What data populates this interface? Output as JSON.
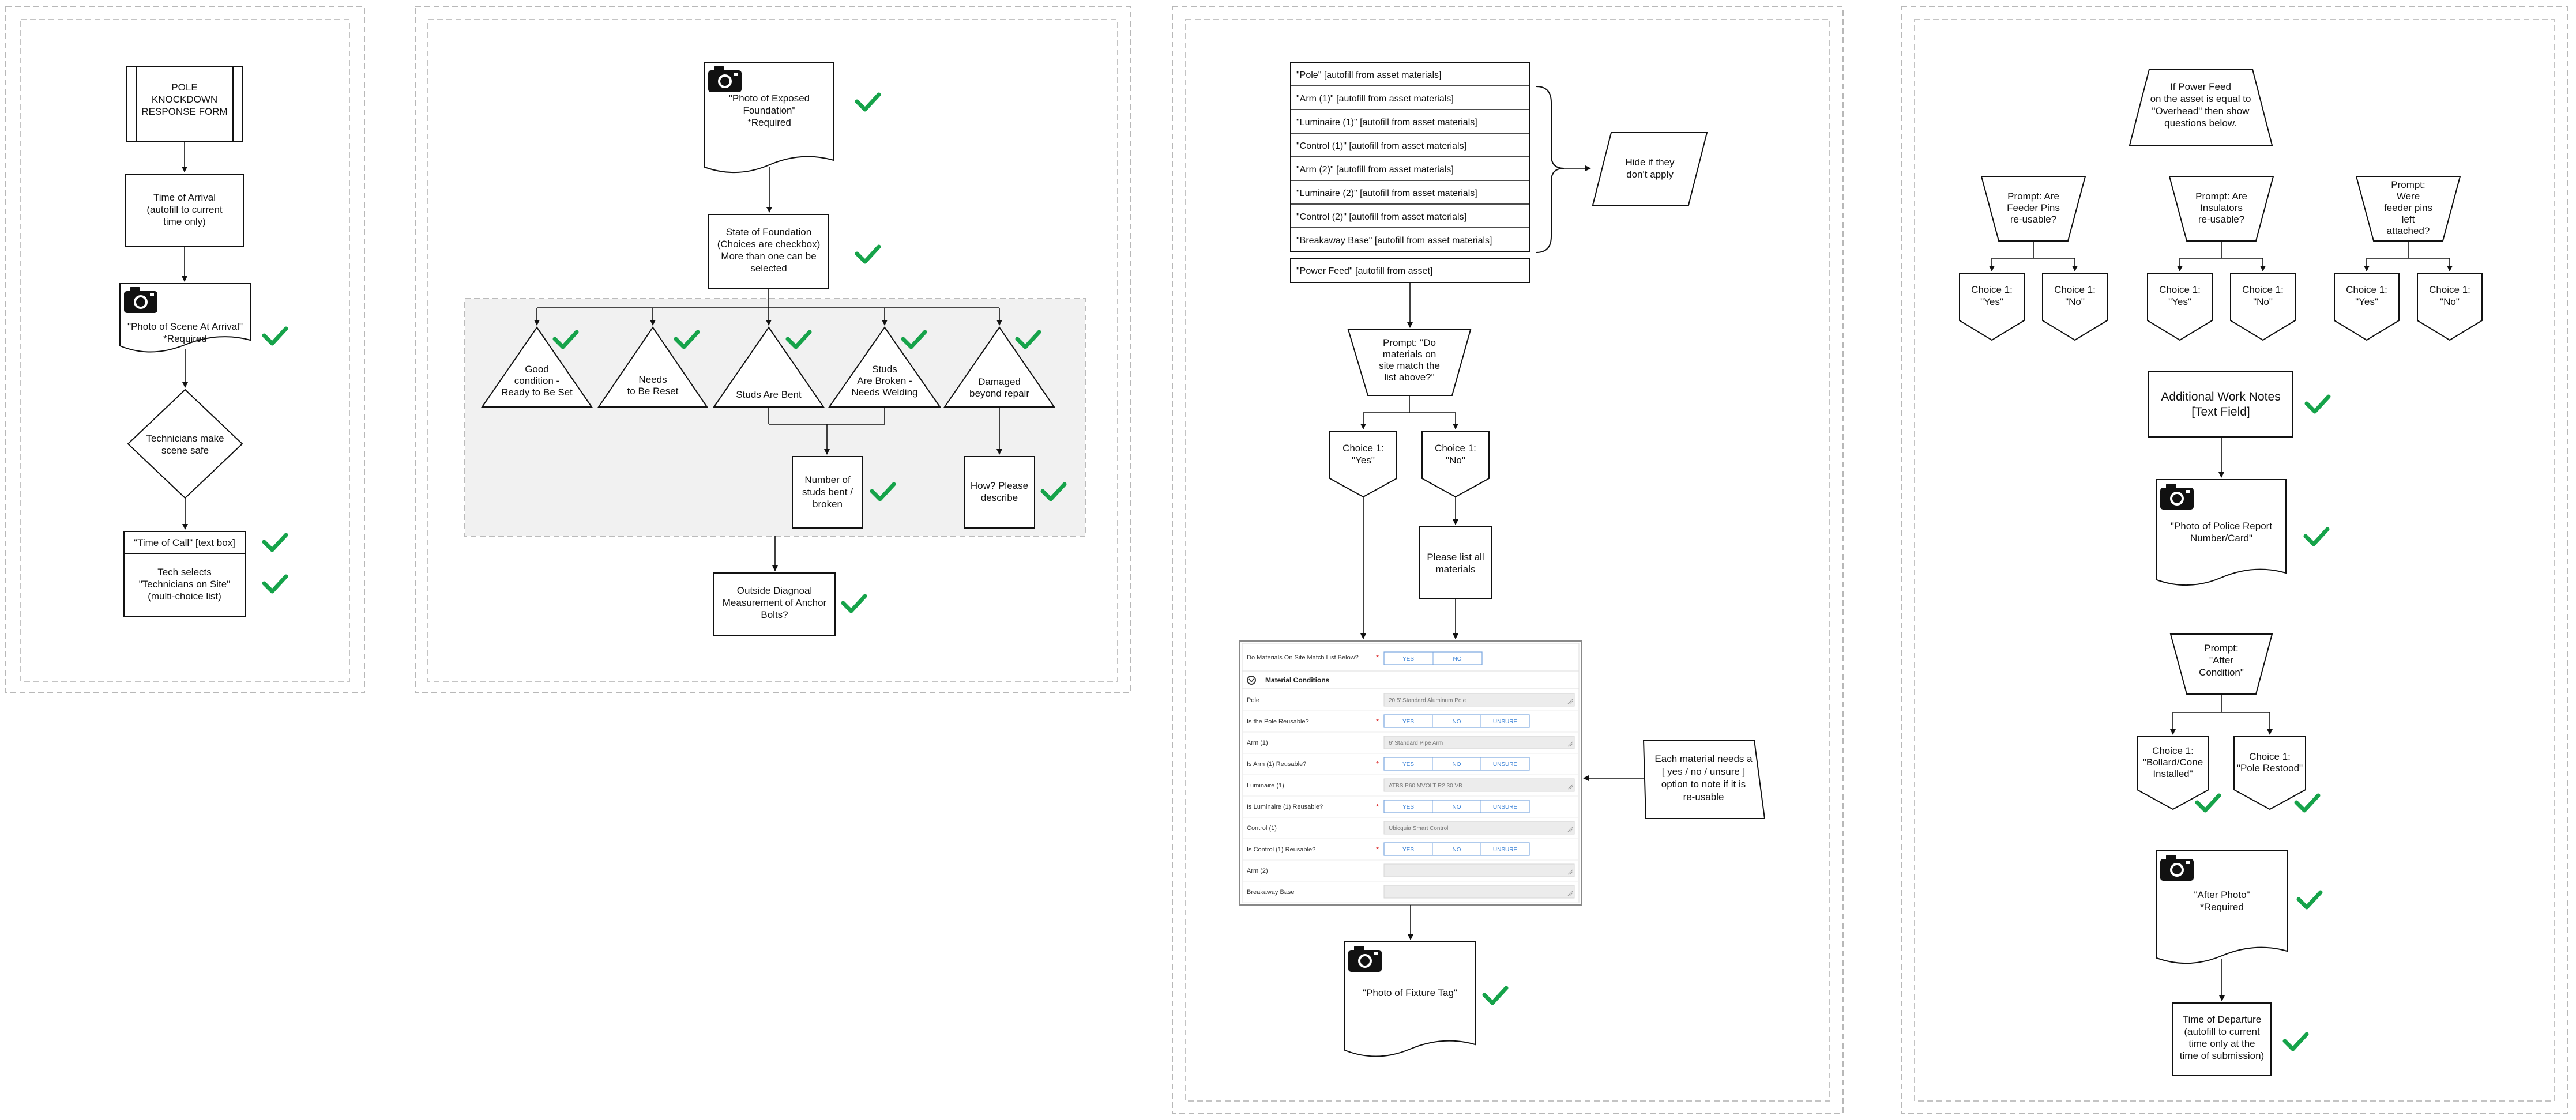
{
  "panel1": {
    "title": [
      "POLE",
      "KNOCKDOWN",
      "RESPONSE FORM"
    ],
    "time_arrival": [
      "Time of Arrival",
      "(autofill to current",
      "time only)"
    ],
    "photo_scene": [
      "\"Photo of Scene At Arrival\"",
      "*Required"
    ],
    "scene_safe": [
      "Technicians make",
      "scene safe"
    ],
    "time_call": [
      "\"Time of Call\" [text box]"
    ],
    "tech_selects": [
      "Tech selects",
      "\"Technicians on Site\"",
      "(multi-choice list)"
    ]
  },
  "panel2": {
    "photo_foundation": [
      "\"Photo of Exposed",
      "Foundation\"",
      "*Required"
    ],
    "state_foundation": [
      "State of Foundation",
      "(Choices are checkbox)",
      "More than one can be",
      "selected"
    ],
    "tri_good": [
      "Good",
      "condition -",
      "Ready to Be Set"
    ],
    "tri_reset": [
      "Needs",
      "to Be Reset"
    ],
    "tri_bent": [
      "Studs Are Bent"
    ],
    "tri_broken": [
      "Studs",
      "Are Broken -",
      "Needs Welding"
    ],
    "tri_damaged": [
      "Damaged",
      "beyond repair"
    ],
    "num_studs": [
      "Number of",
      "studs bent /",
      "broken"
    ],
    "how_describe": [
      "How? Please",
      "describe"
    ],
    "diagonal": [
      "Outside Diagnoal",
      "Measurement of Anchor",
      "Bolts?"
    ]
  },
  "panel3": {
    "materials_list": [
      "\"Pole\"  [autofill from asset materials]",
      "\"Arm (1)\"  [autofill from asset materials]",
      "\"Luminaire (1)\"  [autofill from asset materials]",
      "\"Control (1)\"  [autofill from asset materials]",
      "\"Arm (2)\"  [autofill from asset materials]",
      "\"Luminaire (2)\"  [autofill from asset materials]",
      "\"Control (2)\"  [autofill from asset materials]",
      "\"Breakaway Base\"  [autofill from asset materials]"
    ],
    "power_feed": "\"Power Feed\"  [autofill from asset]",
    "hide_if": [
      "Hide if they",
      "don't apply"
    ],
    "prompt_match": [
      "Prompt: \"Do",
      "materials on",
      "site match the",
      "list above?\""
    ],
    "choice_yes": [
      "Choice 1:",
      "\"Yes\""
    ],
    "choice_no": [
      "Choice 1:",
      "\"No\""
    ],
    "please_list": [
      "Please list all",
      "materials"
    ],
    "each_material": [
      "Each material needs a",
      "[ yes / no / unsure ]",
      "option to note if it is",
      "re-usable"
    ],
    "photo_fixture": [
      "\"Photo of Fixture Tag\""
    ],
    "form": {
      "match_question": "Do Materials On Site Match List Below?",
      "section_title": "Material Conditions",
      "yes": "YES",
      "no": "NO",
      "unsure": "UNSURE",
      "rows": [
        {
          "label": "Pole",
          "value": "20.5' Standard Aluminum Pole"
        },
        {
          "label": "Is the Pole Reusable?",
          "required": true,
          "buttons": 3
        },
        {
          "label": "Arm (1)",
          "value": "6' Standard Pipe Arm"
        },
        {
          "label": "Is Arm (1) Reusable?",
          "required": true,
          "buttons": 3
        },
        {
          "label": "Luminaire (1)",
          "value": "ATBS P60 MVOLT R2 30 VB"
        },
        {
          "label": "Is Luminaire (1) Reusable?",
          "required": true,
          "buttons": 3
        },
        {
          "label": "Control (1)",
          "value": "Ubicquia Smart Control"
        },
        {
          "label": "Is Control (1) Reusable?",
          "required": true,
          "buttons": 3
        },
        {
          "label": "Arm (2)",
          "value": ""
        },
        {
          "label": "Breakaway Base",
          "value": ""
        }
      ]
    }
  },
  "panel4": {
    "if_power": [
      "If Power Feed",
      "on the asset is equal to",
      "\"Overhead\" then show",
      "questions below."
    ],
    "prompt_feeder": [
      "Prompt: Are",
      "Feeder Pins",
      "re-usable?"
    ],
    "prompt_insulators": [
      "Prompt: Are",
      "Insulators",
      "re-usable?"
    ],
    "prompt_left": [
      "Prompt:",
      "Were",
      "feeder pins",
      "left",
      "attached?"
    ],
    "choice_yes": [
      "Choice 1:",
      "\"Yes\""
    ],
    "choice_no": [
      "Choice 1:",
      "\"No\""
    ],
    "additional_notes": [
      "Additional Work Notes",
      "[Text Field]"
    ],
    "photo_police": [
      "\"Photo of Police Report",
      "Number/Card\""
    ],
    "prompt_after": [
      "Prompt:",
      "\"After",
      "Condition\""
    ],
    "choice_bollard": [
      "Choice 1:",
      "\"Bollard/Cone",
      "Installed\""
    ],
    "choice_restood": [
      "Choice 1:",
      "\"Pole Restood\""
    ],
    "after_photo": [
      "\"After Photo\"",
      "*Required"
    ],
    "departure": [
      "Time of Departure",
      "(autofill to current",
      "time only at the",
      "time of submission)"
    ]
  },
  "icons": {
    "camera": "camera-icon",
    "check": "checkmark-icon",
    "accent": "#16a34a"
  }
}
